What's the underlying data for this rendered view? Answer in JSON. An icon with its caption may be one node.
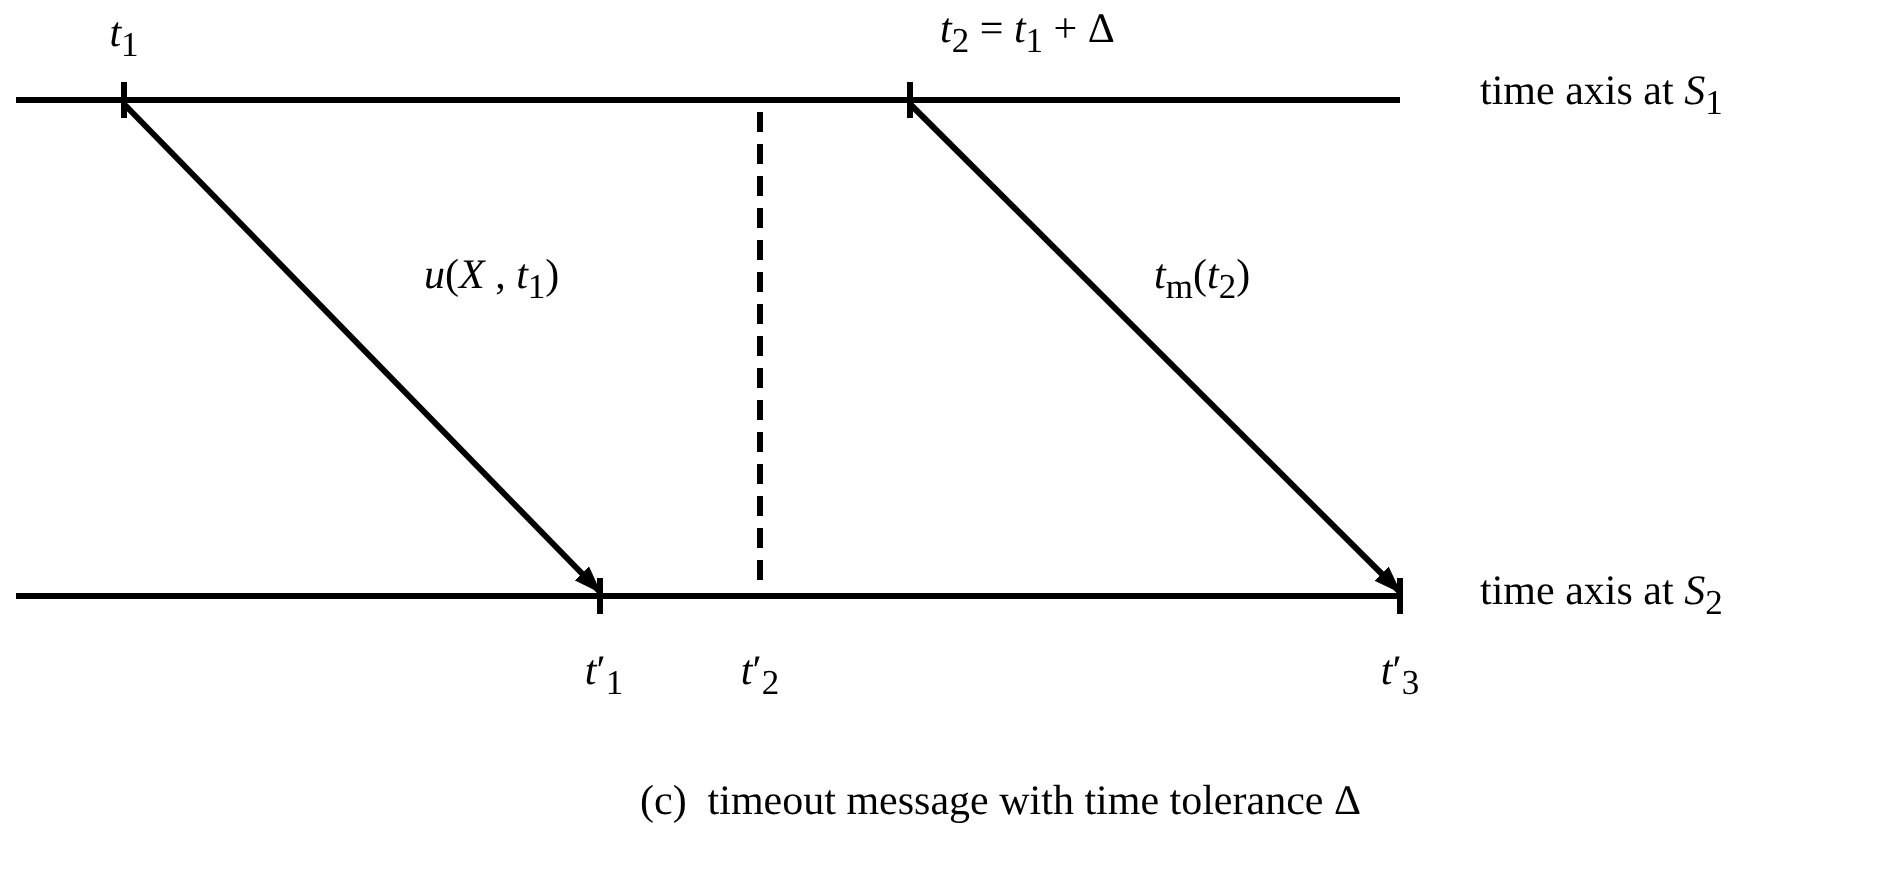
{
  "diagram": {
    "caption": "(c)  timeout message with time tolerance Δ",
    "nodes": [
      {
        "text": [
          "*t*$_{1}$"
        ]
      },
      {
        "text": [
          "*t*$_{2}$ = *t*$_{1}$ + Δ"
        ]
      },
      {
        "text": [
          "*t*′$_{1}$"
        ]
      },
      {
        "text": [
          "*t*′$_{2}$"
        ]
      },
      {
        "text": [
          "*t*′$_{3}$"
        ]
      }
    ],
    "edges": [
      {
        "from": 0,
        "to": 2,
        "arrow": "to",
        "label": "*u*(*X* , *t*$_{1}$)"
      },
      {
        "from": 1,
        "to": 4,
        "arrow": "to",
        "label": "*t*$_{m}$(*t*$_{2}$)"
      },
      {
        "from": 3,
        "to": null,
        "arrow": "none",
        "style": "dashed"
      }
    ],
    "labels": [
      "time axis at *S*$_{1}$",
      "time axis at *S*$_{2}$"
    ]
  }
}
